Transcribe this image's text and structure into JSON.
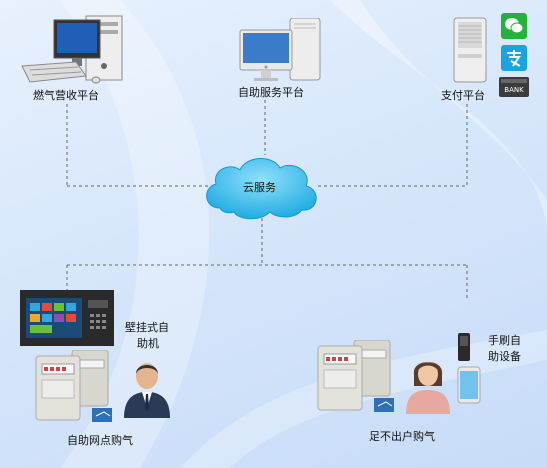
{
  "nodes": {
    "gas_platform": "燃气营收平台",
    "self_service_platform": "自助服务平台",
    "payment_platform": "支付平台",
    "cloud": "云服务",
    "wall_kiosk": "壁挂式自助机",
    "handheld": "手刷自助设备",
    "self_outlet": "自助网点购气",
    "stay_home": "足不出户购气"
  },
  "payment_logos": {
    "bank": "BANK"
  },
  "colors": {
    "cloud": "#2cb7e8",
    "wechat": "#22b43a",
    "alipay": "#1aa3e4",
    "line": "#666666"
  }
}
